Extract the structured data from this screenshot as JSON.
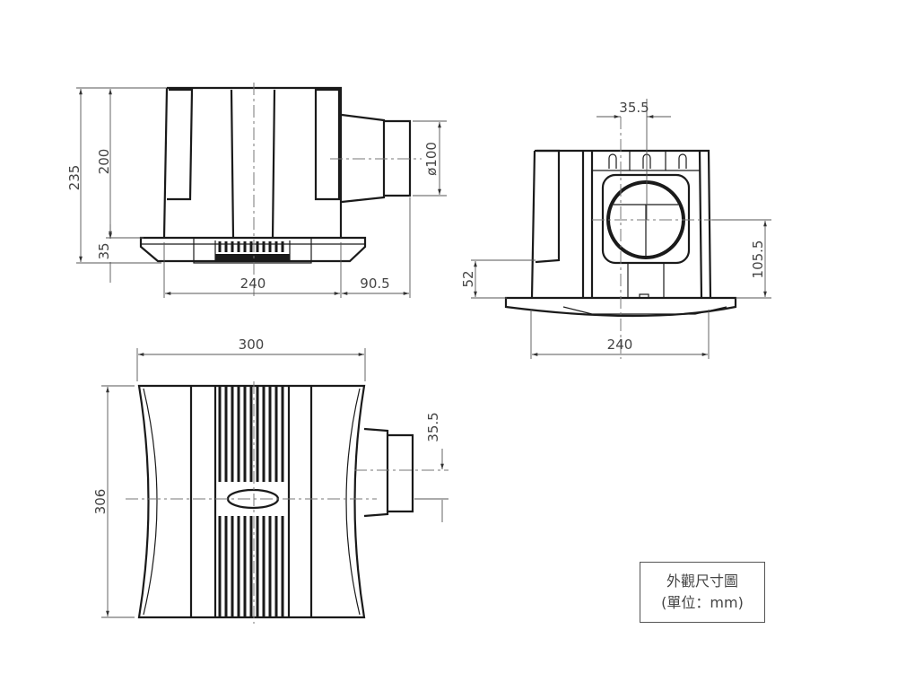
{
  "side_view": {
    "dims": {
      "total_height": "235",
      "body_height": "200",
      "tray_height": "35",
      "body_width": "240",
      "duct_length": "90.5",
      "duct_diameter": "ø100"
    }
  },
  "front_view": {
    "dims": {
      "duct_offset": "35.5",
      "duct_center_height": "105.5",
      "side_height": "52",
      "width": "240"
    }
  },
  "top_view": {
    "dims": {
      "width": "300",
      "depth": "306",
      "duct_offset": "35.5"
    }
  },
  "legend": {
    "title": "外觀尺寸圖",
    "unit": "(單位：mm)"
  }
}
